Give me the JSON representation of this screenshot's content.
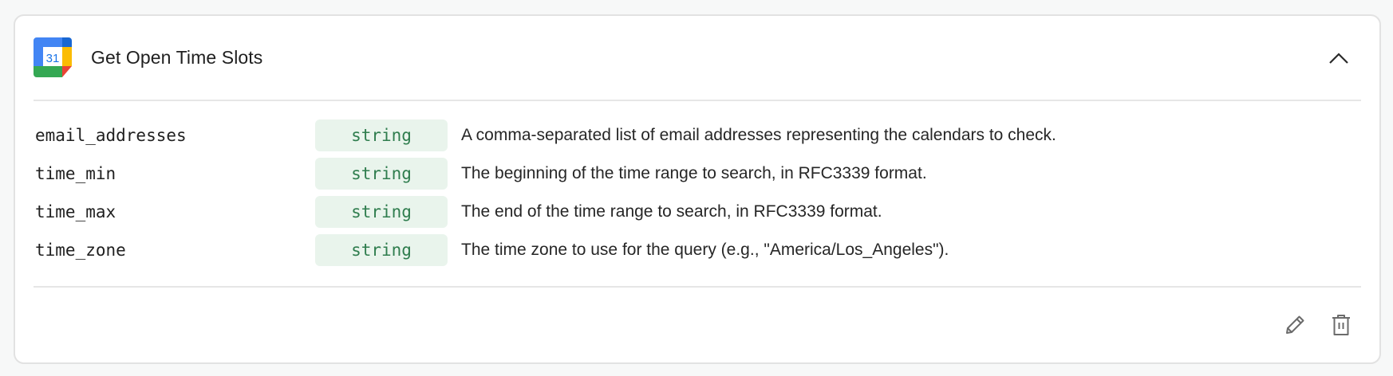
{
  "tool": {
    "title": "Get Open Time Slots",
    "icon": "google-calendar-icon",
    "icon_day": "31",
    "collapse_icon": "chevron-up-icon"
  },
  "params": [
    {
      "name": "email_addresses",
      "type": "string",
      "description": "A comma-separated list of email addresses representing the calendars to check."
    },
    {
      "name": "time_min",
      "type": "string",
      "description": "The beginning of the time range to search, in RFC3339 format."
    },
    {
      "name": "time_max",
      "type": "string",
      "description": "The end of the time range to search, in RFC3339 format."
    },
    {
      "name": "time_zone",
      "type": "string",
      "description": "The time zone to use for the query (e.g., \"America/Los_Angeles\")."
    }
  ],
  "actions": {
    "edit_icon": "pencil-icon",
    "delete_icon": "trash-icon"
  },
  "colors": {
    "type_badge_bg": "#e9f4ec",
    "type_badge_text": "#2f7d4e",
    "border": "#e2e2e2",
    "page_bg": "#f7f8f8"
  }
}
